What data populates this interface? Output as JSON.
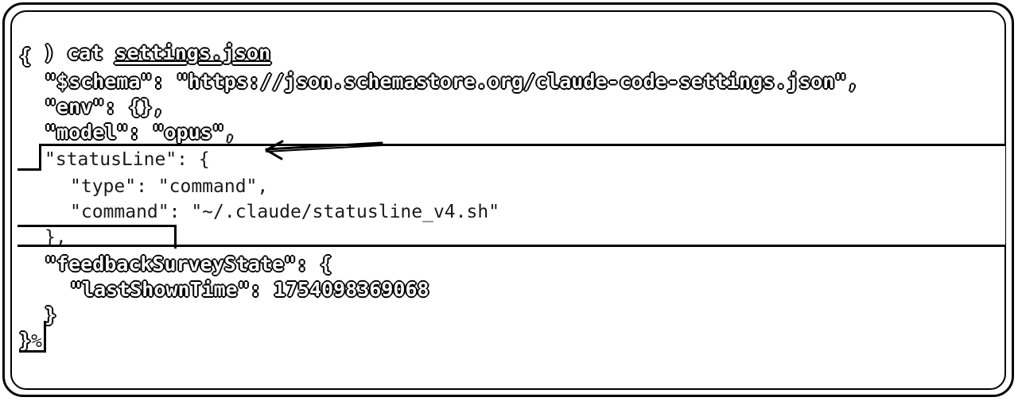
{
  "terminal": {
    "prompt_symbol": ")",
    "command": "cat",
    "argument": "settings.json",
    "lines": {
      "open_brace": "{",
      "schema_key": "\"$schema\"",
      "schema_sep": ": ",
      "schema_value": "\"https://json.schemastore.org/claude-code-settings.json\"",
      "schema_comma": ",",
      "env_key": "\"env\"",
      "env_sep": ": ",
      "env_value": "{}",
      "env_comma": ",",
      "model_key": "\"model\"",
      "model_sep": ": ",
      "model_value": "\"opus\"",
      "model_comma": ",",
      "statusline_open": "\"statusLine\": {",
      "type_line": "\"type\": \"command\",",
      "command_line": "\"command\": \"~/.claude/statusline_v4.sh\"",
      "statusline_close": "},",
      "feedback_key": "\"feedbackSurveyState\"",
      "feedback_sep": ": {",
      "last_shown_key": "\"lastShownTime\"",
      "last_shown_sep": ": ",
      "last_shown_value": "1754098369068",
      "inner_close": "}",
      "outer_close": "}",
      "percent": "%"
    }
  }
}
